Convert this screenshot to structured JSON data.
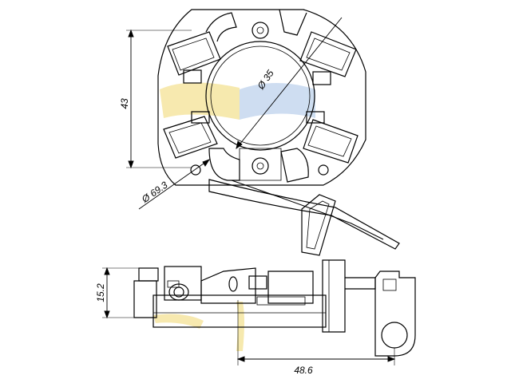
{
  "drawing": {
    "dimensions": {
      "height": "43",
      "inner_diameter": "Ø 35",
      "outer_diameter": "Ø 69.3",
      "side_height": "15.2",
      "length": "48.6"
    },
    "colors": {
      "line": "#000000",
      "watermark_yellow": "#f6e7a6",
      "watermark_blue": "#c9daf0",
      "background": "#ffffff"
    }
  }
}
